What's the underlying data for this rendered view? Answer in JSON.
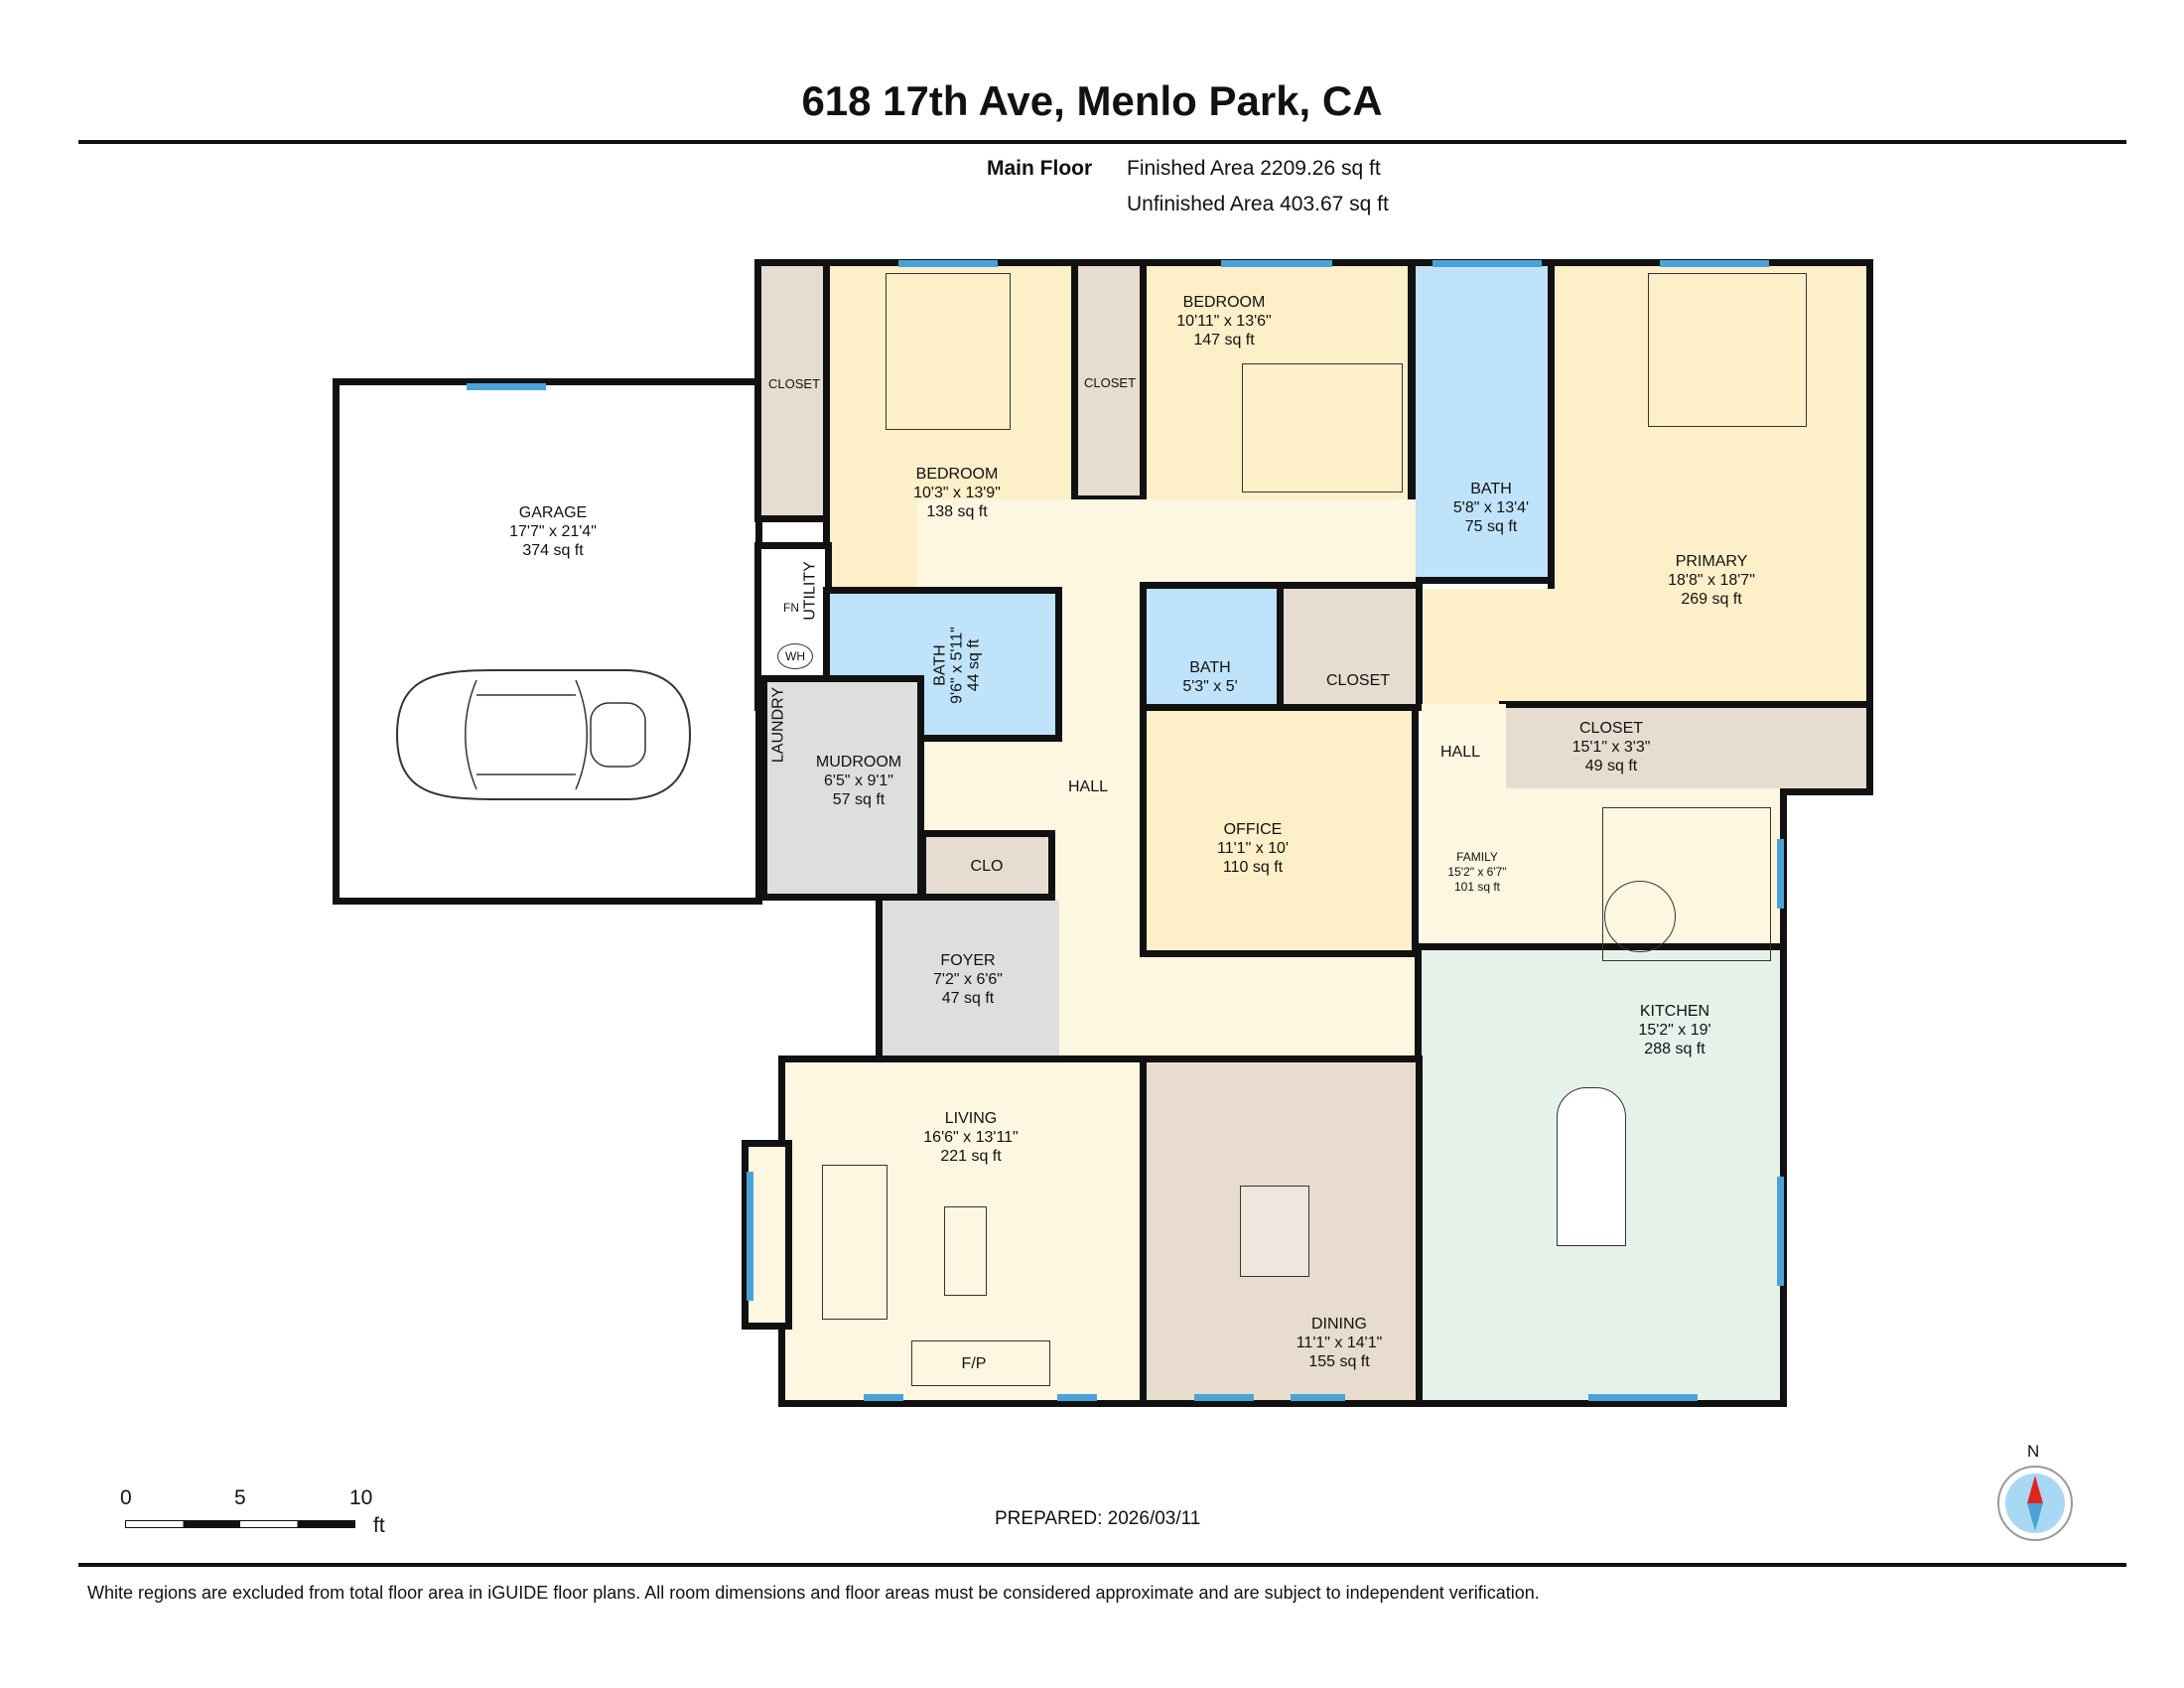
{
  "title": "618 17th Ave, Menlo Park, CA",
  "floor": {
    "name": "Main Floor",
    "finished": "Finished Area 2209.26 sq ft",
    "unfinished": "Unfinished Area 403.67 sq ft"
  },
  "rooms": [
    {
      "name": "GARAGE",
      "dims": "17'7\" x 21'4\"",
      "area": "374 sq ft"
    },
    {
      "name": "CLOSET"
    },
    {
      "name": "BEDROOM",
      "dims": "10'3\" x 13'9\"",
      "area": "138 sq ft"
    },
    {
      "name": "CLOSET"
    },
    {
      "name": "BEDROOM",
      "dims": "10'11\" x 13'6\"",
      "area": "147 sq ft"
    },
    {
      "name": "BATH",
      "dims": "5'8\" x 13'4'",
      "area": "75 sq ft"
    },
    {
      "name": "PRIMARY",
      "dims": "18'8\" x 18'7\"",
      "area": "269 sq ft"
    },
    {
      "name": "UTILITY"
    },
    {
      "name": "WH"
    },
    {
      "name": "FN"
    },
    {
      "name": "LAUNDRY"
    },
    {
      "name": "BATH",
      "dims": "9'6\" x 5'11\"",
      "area": "44 sq ft"
    },
    {
      "name": "BATH",
      "dims": "5'3\" x 5'"
    },
    {
      "name": "CLOSET"
    },
    {
      "name": "CLOSET",
      "dims": "15'1\" x 3'3\"",
      "area": "49 sq ft"
    },
    {
      "name": "HALL"
    },
    {
      "name": "HALL"
    },
    {
      "name": "MUDROOM",
      "dims": "6'5\" x 9'1\"",
      "area": "57 sq ft"
    },
    {
      "name": "FAMILY",
      "dims": "15'2\" x 6'7\"",
      "area": "101 sq ft"
    },
    {
      "name": "OFFICE",
      "dims": "11'1\" x 10'",
      "area": "110 sq ft"
    },
    {
      "name": "CLO"
    },
    {
      "name": "FOYER",
      "dims": "7'2\" x 6'6\"",
      "area": "47 sq ft"
    },
    {
      "name": "KITCHEN",
      "dims": "15'2\" x 19'",
      "area": "288 sq ft"
    },
    {
      "name": "LIVING",
      "dims": "16'6\" x 13'11\"",
      "area": "221 sq ft"
    },
    {
      "name": "DINING",
      "dims": "11'1\" x 14'1\"",
      "area": "155 sq ft"
    },
    {
      "name": "F/P"
    }
  ],
  "scale": {
    "ticks": [
      "0",
      "5",
      "10"
    ],
    "unit": "ft"
  },
  "prepared": "PREPARED: 2026/03/11",
  "compass": "N",
  "colors": {
    "bedroom": "#fdefc8",
    "closet": "#e6ddd0",
    "bath": "#bfe3fa",
    "hall": "#fdf6e1",
    "kitchen": "#e4f2ea",
    "dining": "#e7dccd",
    "foyer": "#dedede",
    "window": "#4aa3d8"
  },
  "disclaimer": "White regions are excluded from total floor area in iGUIDE floor plans. All room dimensions and floor areas must be considered approximate and are subject to independent verification."
}
